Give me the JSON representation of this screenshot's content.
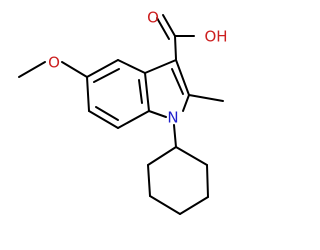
{
  "structure": {
    "atoms": {
      "oxygen_1": "O",
      "oxygen_hydroxyl": "OH",
      "oxygen_methoxy": "O",
      "nitrogen": "N"
    },
    "colors": {
      "bond": "#000000",
      "nitrogen": "#1f1fcc",
      "oxygen": "#cc1f1f"
    }
  }
}
